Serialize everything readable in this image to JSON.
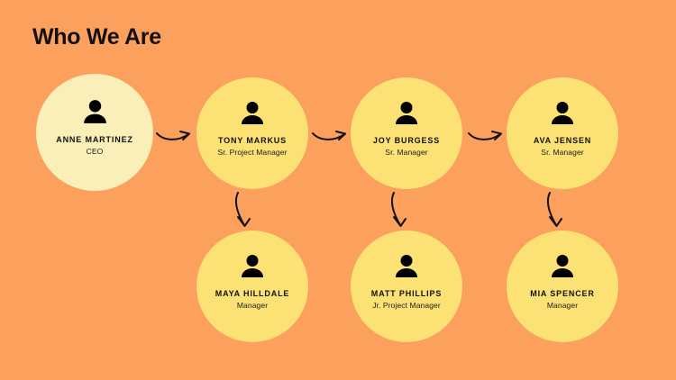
{
  "slide": {
    "title": "Who We Are",
    "background_color": "#fca05e",
    "node_color": "#fce275",
    "lead_node_color": "#faefb8",
    "text_color": "#111111"
  },
  "nodes": [
    {
      "id": "anne-martinez",
      "name": "ANNE MARTINEZ",
      "role": "CEO",
      "icon": "person-icon",
      "row": "top"
    },
    {
      "id": "tony-markus",
      "name": "TONY MARKUS",
      "role": "Sr. Project Manager",
      "icon": "person-icon",
      "row": "top"
    },
    {
      "id": "joy-burgess",
      "name": "JOY BURGESS",
      "role": "Sr. Manager",
      "icon": "person-icon",
      "row": "top"
    },
    {
      "id": "ava-jensen",
      "name": "AVA JENSEN",
      "role": "Sr. Manager",
      "icon": "person-icon",
      "row": "top"
    },
    {
      "id": "maya-hilldale",
      "name": "MAYA HILLDALE",
      "role": "Manager",
      "icon": "person-icon",
      "row": "bottom"
    },
    {
      "id": "matt-phillips",
      "name": "MATT PHILLIPS",
      "role": "Jr. Project Manager",
      "icon": "person-icon",
      "row": "bottom"
    },
    {
      "id": "mia-spencer",
      "name": "MIA SPENCER",
      "role": "Manager",
      "icon": "person-icon",
      "row": "bottom"
    }
  ],
  "connectors": [
    {
      "id": "arrow-anne-to-tony",
      "direction": "right",
      "from": "anne-martinez",
      "to": "tony-markus"
    },
    {
      "id": "arrow-tony-to-joy",
      "direction": "right",
      "from": "tony-markus",
      "to": "joy-burgess"
    },
    {
      "id": "arrow-joy-to-ava",
      "direction": "right",
      "from": "joy-burgess",
      "to": "ava-jensen"
    },
    {
      "id": "arrow-tony-to-maya",
      "direction": "down",
      "from": "tony-markus",
      "to": "maya-hilldale"
    },
    {
      "id": "arrow-joy-to-matt",
      "direction": "down",
      "from": "joy-burgess",
      "to": "matt-phillips"
    },
    {
      "id": "arrow-ava-to-mia",
      "direction": "down",
      "from": "ava-jensen",
      "to": "mia-spencer"
    }
  ]
}
